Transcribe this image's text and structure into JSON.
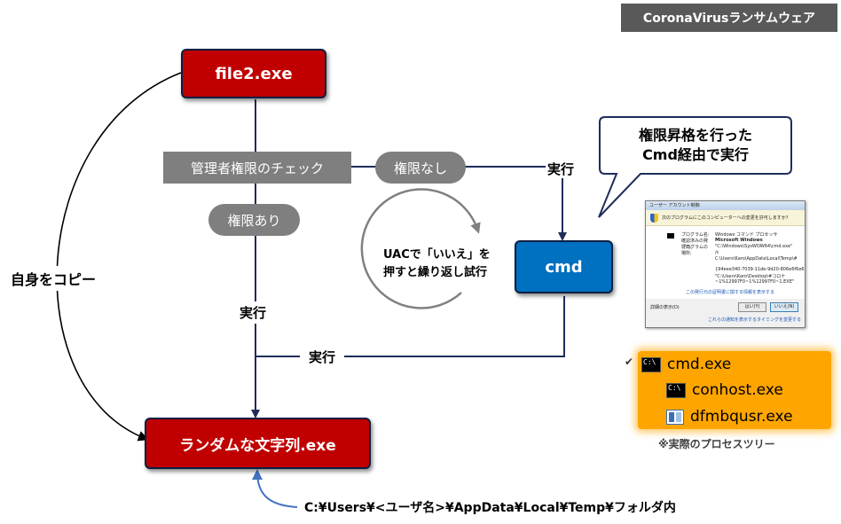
{
  "title_tag": "CoronaVirusランサムウェア",
  "nodes": {
    "file2": "file2.exe",
    "random": "ランダムな文字列.exe",
    "cmd": "cmd"
  },
  "labels": {
    "admin_check": "管理者権限のチェック",
    "no_privilege": "権限なし",
    "has_privilege": "権限あり",
    "exec_right": "実行",
    "exec_middle": "実行",
    "exec_bottom": "実行",
    "copy_self": "自身をコピー",
    "uac_line1": "UACで「いいえ」を",
    "uac_line2": "押すと繰り返し試行",
    "path": "C:¥Users¥<ユーザ名>¥AppData¥Local¥Temp¥フォルダ内"
  },
  "callout": {
    "line1": "権限昇格を行った",
    "line2": "Cmd経由で実行"
  },
  "uac_dialog": {
    "window_title": "ユーザー アカウント制御",
    "header": "次のプログラムにこのコンピューターへの変更を許可しますか?",
    "program_name_label": "プログラム名:",
    "program_name": "Windows コマンド プロセッサ",
    "publisher_label": "確認済みの発行元:",
    "publisher": "Microsoft Windows",
    "location_label": "プログラムの場所:",
    "location_1": "\"C:\\Windows\\SysWOW64\\cmd.exe\"",
    "location_2": "/c",
    "location_3": "C:\\Users\\Karo\\AppData\\Local\\Temp\\#",
    "location_4": "{94eee340-7039-11de-9d20-806e6f6e6",
    "location_5": "\"C:\\Users\\Karo\\Desktop\\#コロナ",
    "location_6": "~1%12997F0~1%12997F0~1.EXE\"",
    "link": "この発行元の証明書に関する情報を表示する",
    "details": "詳細の表示(D)",
    "yes": "はい(Y)",
    "no": "いいえ(N)",
    "settings_link": "これらの通知を表示するタイミングを変更する"
  },
  "process_tree": {
    "items": [
      {
        "name": "cmd.exe",
        "icon": "console-icon"
      },
      {
        "name": "conhost.exe",
        "icon": "console-icon"
      },
      {
        "name": "dfmbqusr.exe",
        "icon": "app-icon"
      }
    ],
    "caption": "※実際のプロセスツリー"
  },
  "colors": {
    "red_node": "#c00000",
    "blue_node": "#0070c0",
    "grey_label": "#7f7f7f",
    "line": "#1f2d5a",
    "process_highlight": "#ffa500",
    "path_arrow": "#4472c4"
  }
}
